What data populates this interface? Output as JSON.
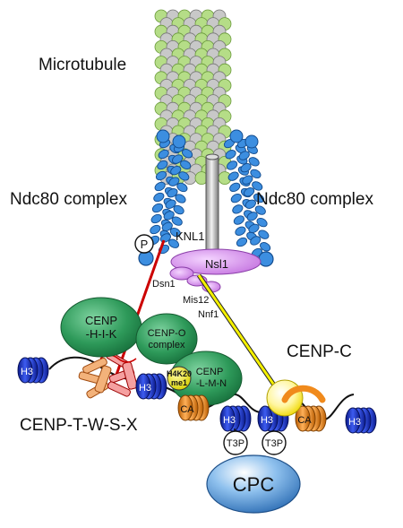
{
  "labels": {
    "microtubule": "Microtubule",
    "ndc80_left": "Ndc80 complex",
    "ndc80_right": "Ndc80 complex",
    "knl1": "KNL1",
    "nsl1": "Nsl1",
    "dsn1": "Dsn1",
    "mis12": "Mis12",
    "nnf1": "Nnf1",
    "phospho": "P",
    "cenp_hik_1": "CENP",
    "cenp_hik_2": "-H-I-K",
    "cenp_o_1": "CENP-O",
    "cenp_o_2": "complex",
    "cenp_lmn_1": "CENP",
    "cenp_lmn_2": "-L-M-N",
    "h4k20_1": "H4K20",
    "h4k20_2": "me1",
    "cenp_c": "CENP-C",
    "cenp_twsx": "CENP-T-W-S-X",
    "cpc": "CPC",
    "h3": "H3",
    "ca": "CA",
    "t3p": "T3P"
  },
  "colors": {
    "tubulin_green": "#b5dd87",
    "tubulin_grey": "#c8c8c8",
    "ndc80_blue": "#3c8ee0",
    "mis12_purple": "#d48ce8",
    "cenp_green": "#2e9a5a",
    "nucleosome_blue": "#1d36c8",
    "cenpa_orange": "#f08a1c",
    "cenpc_yellow": "#f4f000",
    "knl1_red": "#cc0000",
    "cpc_blue": "#3d83c8"
  }
}
